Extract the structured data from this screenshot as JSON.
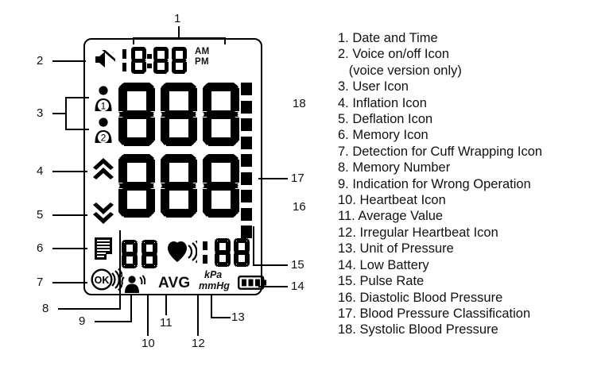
{
  "display": {
    "time": {
      "hour_tens_glyph": "1",
      "hour_ones_glyph": "8",
      "minute_tens_glyph": "8",
      "minute_ones_glyph": "8",
      "value": "18:88",
      "am_label": "AM",
      "pm_label": "PM"
    },
    "systolic": {
      "digits": "888"
    },
    "diastolic": {
      "digits": "888"
    },
    "memory_number": "88",
    "pulse_rate": "188",
    "average_label": "AVG",
    "unit_kpa": "kPa",
    "unit_mmhg": "mmHg",
    "classification_segments": 9,
    "battery_bars": 3,
    "icons": {
      "voice": "speaker-muted-icon",
      "user1": "user-1-icon",
      "user2": "user-2-icon",
      "inflation": "chevron-up-double-icon",
      "deflation": "chevron-down-double-icon",
      "memory": "memory-pages-icon",
      "cuff_ok": "ok-waves-icon",
      "wrong_operation": "person-motion-icon",
      "heartbeat": "heart-waves-icon",
      "battery": "battery-icon"
    }
  },
  "callouts": {
    "c1": "1",
    "c2": "2",
    "c3": "3",
    "c4": "4",
    "c5": "5",
    "c6": "6",
    "c7": "7",
    "c8": "8",
    "c9": "9",
    "c10": "10",
    "c11": "11",
    "c12": "12",
    "c13": "13",
    "c14": "14",
    "c15": "15",
    "c16": "16",
    "c17": "17",
    "c18": "18"
  },
  "legend": {
    "items": [
      "1. Date and Time",
      "2. Voice on/off Icon",
      "   (voice version only)",
      "3. User Icon",
      "4. Inflation Icon",
      "5. Deflation Icon",
      "6. Memory Icon",
      "7. Detection for Cuff Wrapping Icon",
      "8. Memory Number",
      "9. Indication for Wrong Operation",
      "10. Heartbeat Icon",
      "11. Average Value",
      "12. Irregular Heartbeat Icon",
      "13. Unit of Pressure",
      "14. Low Battery",
      "15. Pulse Rate",
      "16. Diastolic Blood Pressure",
      "17. Blood Pressure Classification",
      "18. Systolic Blood Pressure"
    ]
  },
  "colors": {
    "ink": "#000000",
    "background": "#ffffff"
  }
}
